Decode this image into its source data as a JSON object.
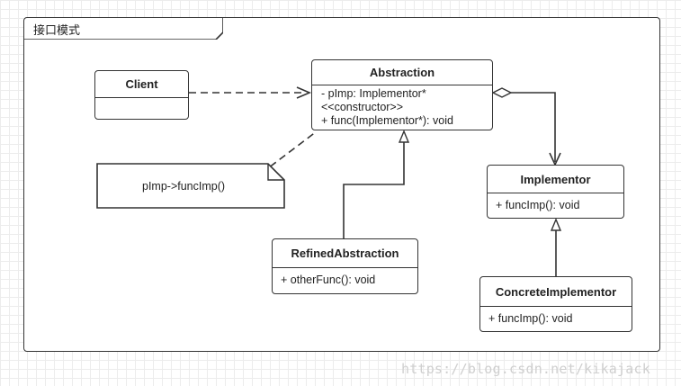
{
  "frame": {
    "title": "接口模式"
  },
  "classes": {
    "client": {
      "name": "Client"
    },
    "abstraction": {
      "name": "Abstraction",
      "members": [
        "- pImp: Implementor*",
        "<<constructor>>",
        "+ func(Implementor*): void"
      ]
    },
    "implementor": {
      "name": "Implementor",
      "members": [
        "+ funcImp(): void"
      ]
    },
    "refined": {
      "name": "RefinedAbstraction",
      "members": [
        "+ otherFunc(): void"
      ]
    },
    "concrete": {
      "name": "ConcreteImplementor",
      "members": [
        "+ funcImp(): void"
      ]
    }
  },
  "note": {
    "text": "pImp->funcImp()"
  },
  "watermark": "https://blog.csdn.net/kikajack"
}
